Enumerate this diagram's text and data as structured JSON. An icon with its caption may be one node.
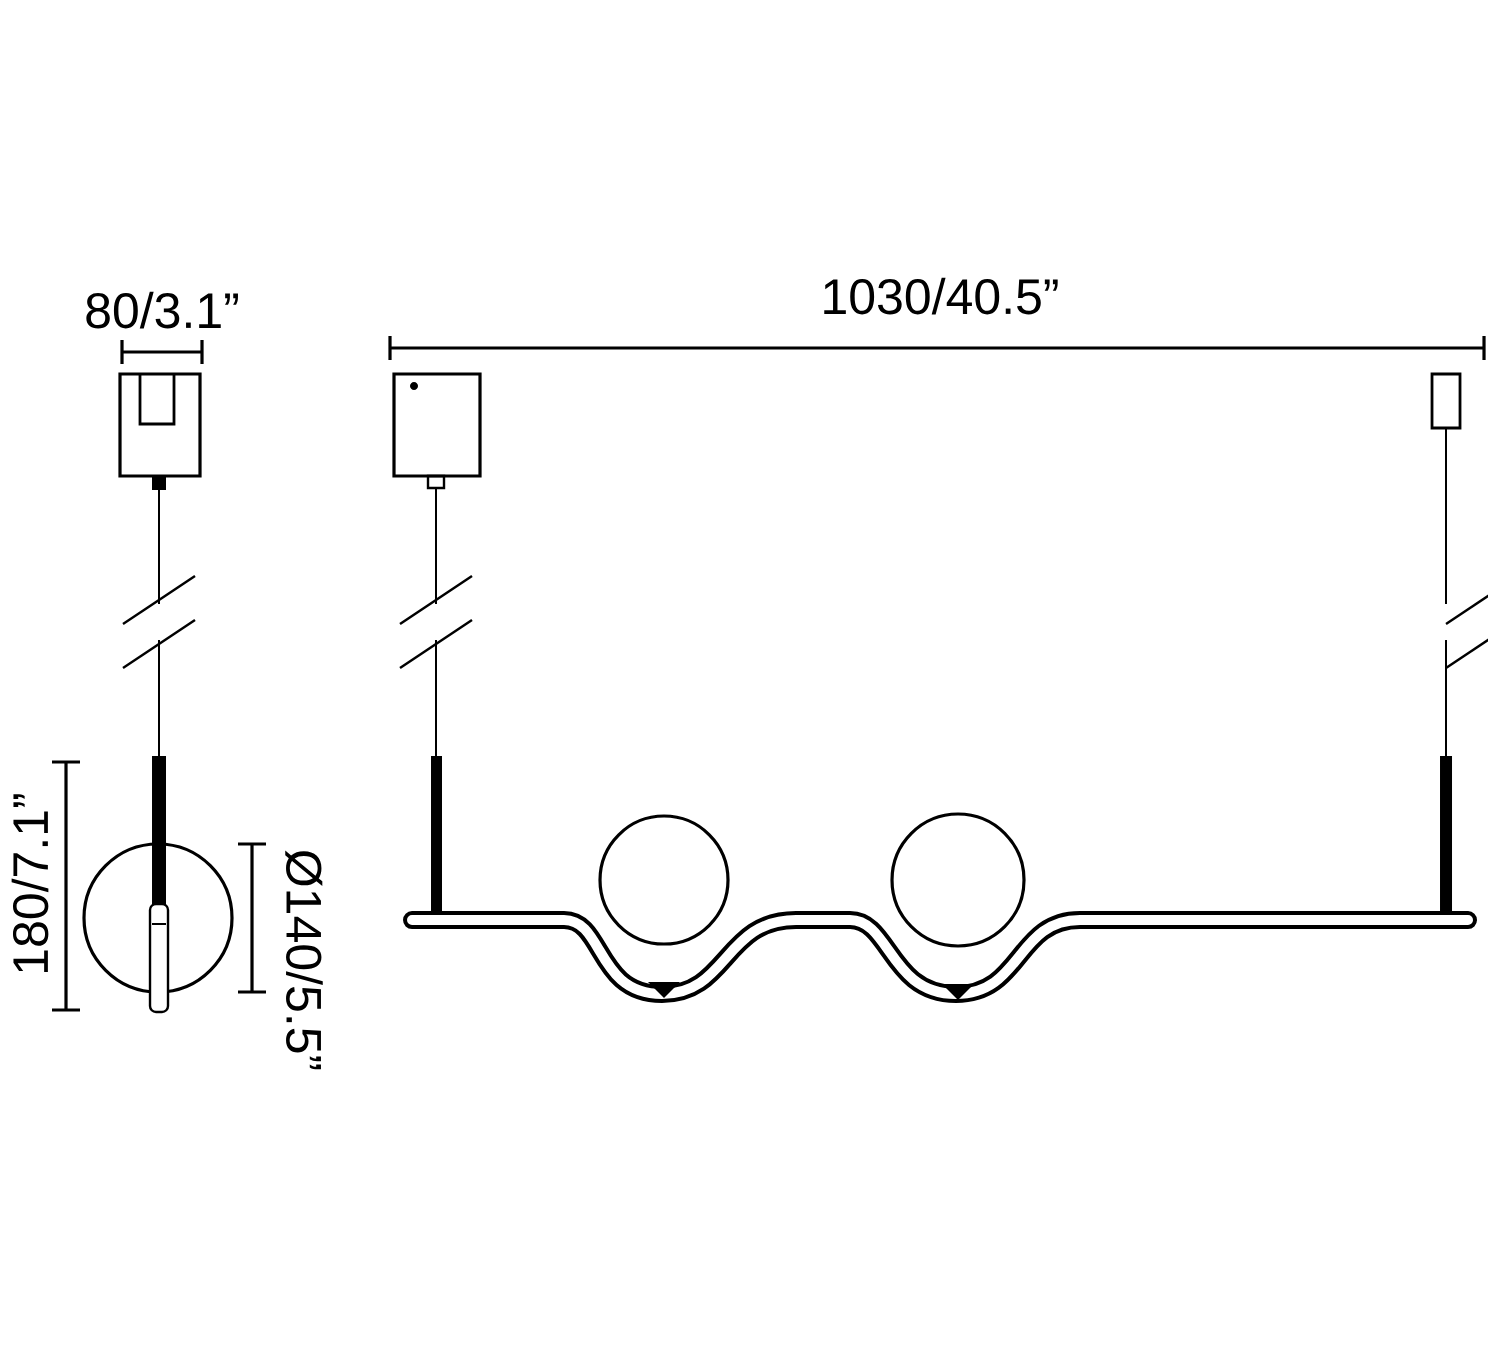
{
  "diagram": {
    "labels": [
      "80/3.1”",
      "1030/40.5”",
      "180/7.1”",
      "Ø140/5.5”"
    ]
  }
}
